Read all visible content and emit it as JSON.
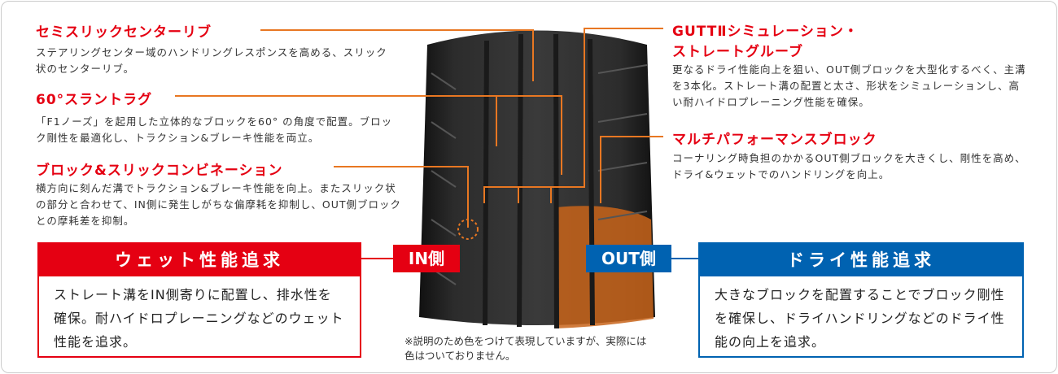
{
  "features": {
    "semi_slick": {
      "title": "セミスリックセンターリブ",
      "desc": "ステアリングセンター域のハンドリングレスポンスを高める、スリック状のセンターリブ。"
    },
    "slant_lug": {
      "title": "60°スラントラグ",
      "desc": "「F1ノーズ」を起用した立体的なブロックを60° の角度で配置。ブロック剛性を最適化し、トラクション&ブレーキ性能を両立。"
    },
    "block_slick": {
      "title": "ブロック&スリックコンビネーション",
      "desc": "横方向に刻んだ溝でトラクション&ブレーキ性能を向上。またスリック状の部分と合わせて、IN側に発生しがちな偏摩耗を抑制し、OUT側ブロックとの摩耗差を抑制。"
    },
    "gutt": {
      "title_line1": "GUTTⅡシミュレーション・",
      "title_line2": "ストレートグルーブ",
      "desc": "更なるドライ性能向上を狙い、OUT側ブロックを大型化するべく、主溝を3本化。ストレート溝の配置と太さ、形状をシミュレーションし、高い耐ハイドロプレーニング性能を確保。"
    },
    "multi_block": {
      "title": "マルチパフォーマンスブロック",
      "desc": "コーナリング時負担のかかるOUT側ブロックを大きくし、剛性を高め、ドライ&ウェットでのハンドリングを向上。"
    }
  },
  "wet": {
    "title": "ウェット性能追求",
    "desc": "ストレート溝をIN側寄りに配置し、排水性を確保。耐ハイドロプレーニングなどのウェット性能を追求。"
  },
  "dry": {
    "title": "ドライ性能追求",
    "desc": "大きなブロックを配置することでブロック剛性を確保し、ドライハンドリングなどのドライ性能の向上を追求。"
  },
  "labels": {
    "in_side": "IN側",
    "out_side": "OUT側"
  },
  "note": "※説明のため色をつけて表現していますが、実際には色はついておりません。",
  "colors": {
    "red": "#e50012",
    "blue": "#0062b1",
    "orange": "#e87722"
  }
}
